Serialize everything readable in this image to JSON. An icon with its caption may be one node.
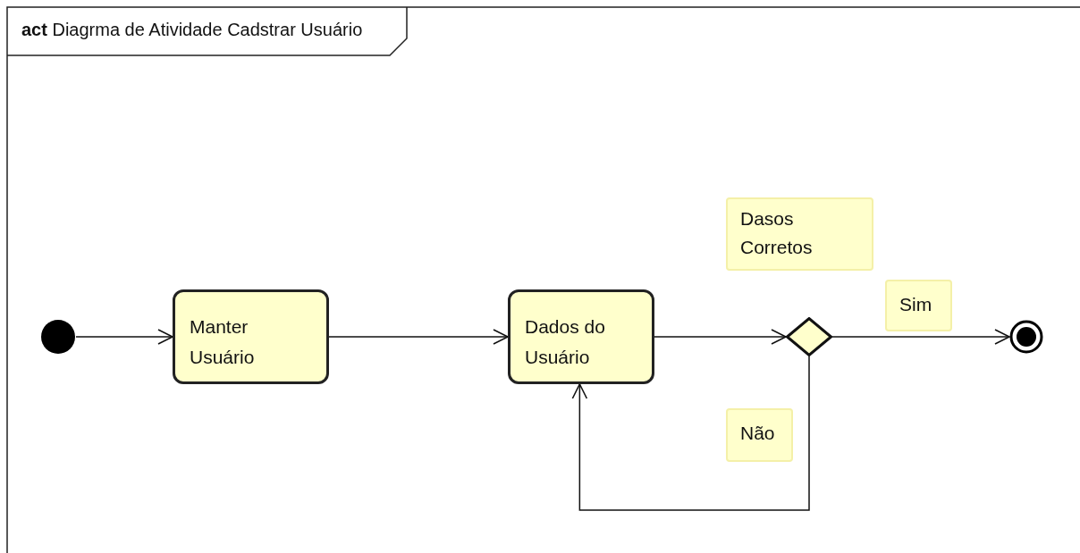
{
  "diagram": {
    "title": "**act** Diagrma de Atividade Cadstrar Usuário",
    "nodes": [
      {
        "text": [],
        "shape": "circle"
      },
      {
        "text": [
          "Manter Usuário"
        ]
      },
      {
        "text": [
          "Dados do Usuário"
        ]
      },
      {
        "text": [],
        "shape": "diamond",
        "beside": [
          "Dasos Corretos"
        ]
      },
      {
        "text": [],
        "shape": "circle"
      }
    ],
    "edges": [
      {
        "from": 0,
        "to": 1,
        "arrow": "to"
      },
      {
        "from": 1,
        "to": 2,
        "arrow": "to"
      },
      {
        "from": 2,
        "to": 3,
        "arrow": "to"
      },
      {
        "from": 3,
        "to": 4,
        "arrow": "to",
        "label": "Sim"
      },
      {
        "from": 3,
        "to": 2,
        "arrow": "to",
        "label": "Não"
      }
    ]
  }
}
